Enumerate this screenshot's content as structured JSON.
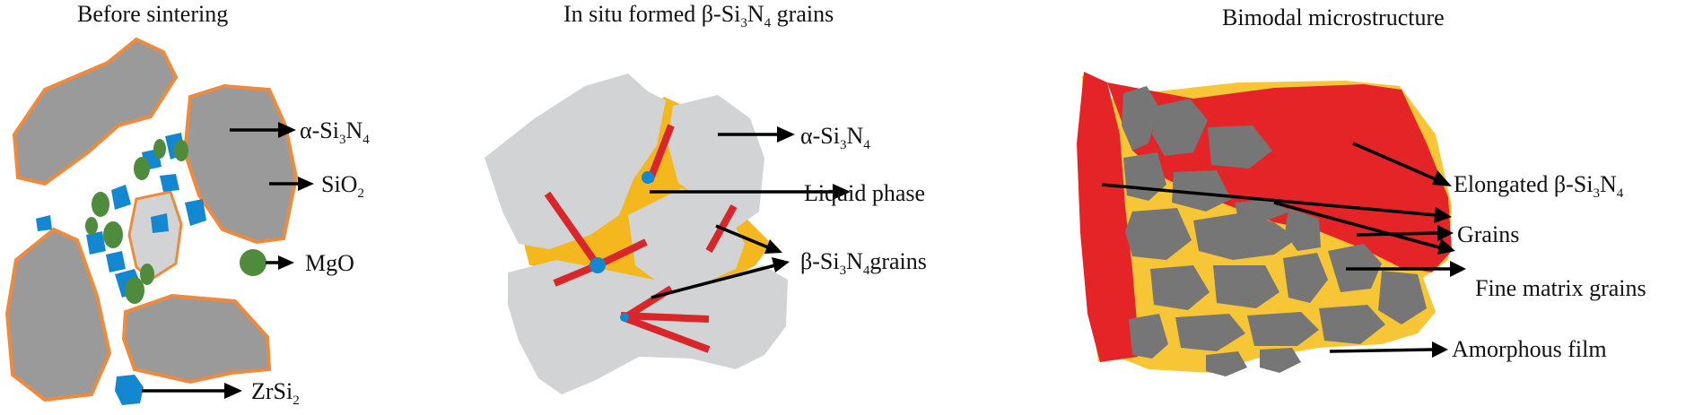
{
  "panels": [
    {
      "title": "Before sintering",
      "labels": {
        "alpha_si3n4": {
          "prefix": "α-Si",
          "sub1": "3",
          "mid": "N",
          "sub2": "4"
        },
        "sio2": {
          "prefix": "SiO",
          "sub1": "2"
        },
        "mgo": "MgO",
        "zrsi2": {
          "prefix": "ZrSi",
          "sub1": "2"
        }
      }
    },
    {
      "title": {
        "prefix": "In situ formed β-Si",
        "sub1": "3",
        "mid": "N",
        "sub2": "4",
        "suffix": " grains"
      },
      "labels": {
        "alpha_si3n4": {
          "prefix": "α-Si",
          "sub1": "3",
          "mid": "N",
          "sub2": "4"
        },
        "liquid_phase": "Liquid phase",
        "beta_grains": {
          "prefix": "β-Si",
          "sub1": "3",
          "mid": "N",
          "sub2": "4",
          "suffix": "grains"
        }
      }
    },
    {
      "title": "Bimodal microstructure",
      "labels": {
        "elongated": {
          "prefix": "Elongated β-Si",
          "sub1": "3",
          "mid": "N",
          "sub2": "4"
        },
        "grains": "Grains",
        "fine_matrix": "Fine matrix grains",
        "amorphous": "Amorphous film"
      }
    }
  ],
  "colors": {
    "grain_gray": "#9a9a9a",
    "light_gray": "#d2d3d4",
    "dark_gray": "#767676",
    "outline_orange": "#ef8a3c",
    "sio2_blue": "#1387cf",
    "mgo_green": "#4e8b3c",
    "liquid_yellow": "#f4b71e",
    "beta_red": "#d8262b",
    "elongated_red": "#e52427",
    "film_yellow": "#f6c636"
  }
}
